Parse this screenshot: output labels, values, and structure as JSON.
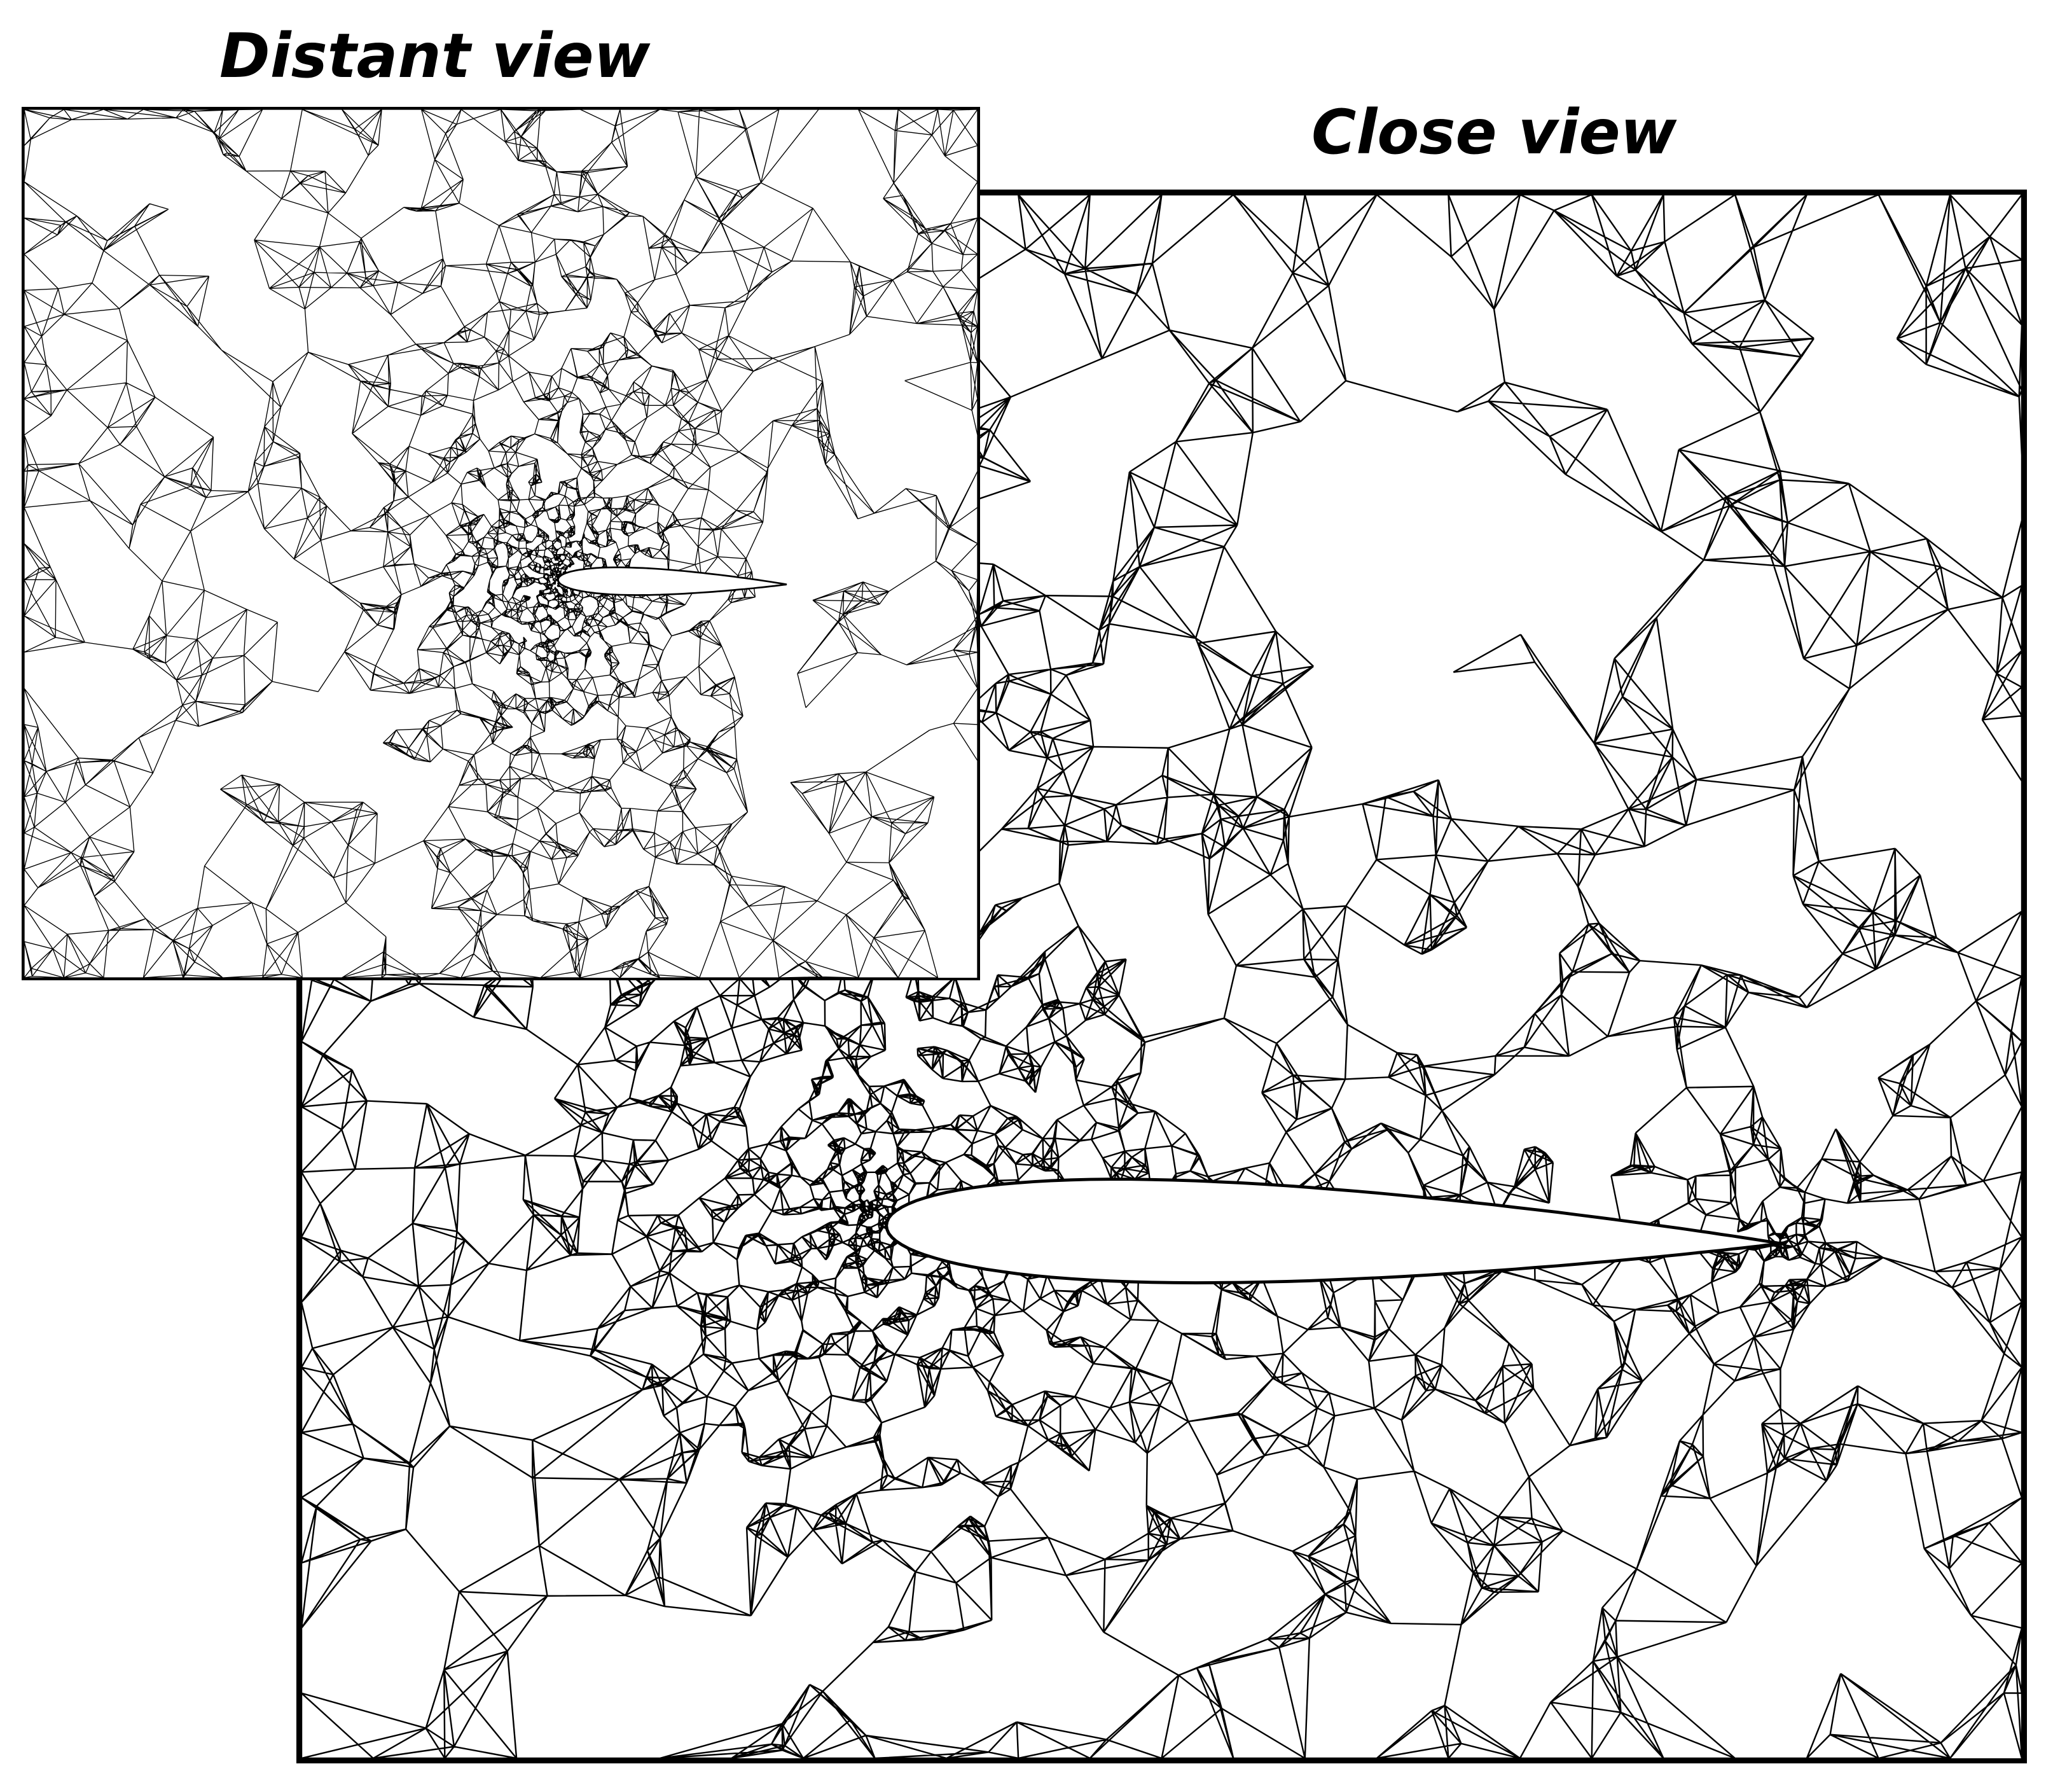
{
  "titles": {
    "distant": "Distant view",
    "close": "Close view"
  },
  "colors": {
    "mesh_line": "#000000",
    "background": "#ffffff",
    "airfoil_fill": "#ffffff"
  },
  "panels": {
    "distant": {
      "description_key": "unstructured triangular mesh around airfoil, wide domain"
    },
    "close": {
      "description_key": "unstructured triangular mesh around airfoil, zoomed"
    }
  }
}
